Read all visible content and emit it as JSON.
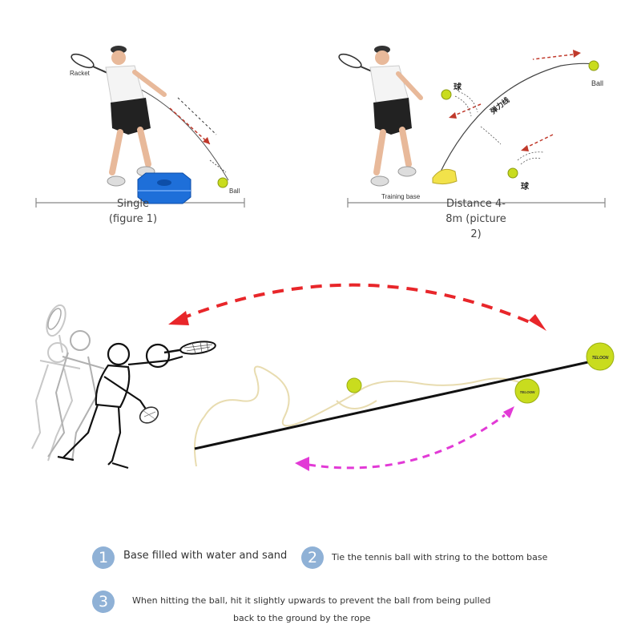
{
  "figure1": {
    "caption": "Single\n(figure 1)",
    "racket_label": "Racket",
    "ball_label": "Ball"
  },
  "figure2": {
    "caption": "Distance 4-\n8m (picture\n2)",
    "training_base_label": "Training base",
    "ball_label": "Ball",
    "elastic_label": "弹力线",
    "ball_cn_1": "球",
    "ball_cn_2": "球"
  },
  "steps": [
    {
      "number": "1",
      "text": "Base filled with water and sand"
    },
    {
      "number": "2",
      "text": "Tie the tennis ball with string to the bottom base"
    },
    {
      "number": "3",
      "text": "When hitting the ball, hit it slightly upwards to prevent the ball from being pulled",
      "text2": "back to the ground by the rope"
    }
  ],
  "ball_brand": "TELOON",
  "colors": {
    "red_arrow": "#e8262a",
    "magenta_arrow": "#e23ad6",
    "step_circle": "#8fb1d6",
    "ball": "#c9dc1e",
    "base": "#1e6fd9"
  },
  "icons": [
    "player-figure",
    "racket-icon",
    "tennis-ball-icon",
    "training-base-icon"
  ]
}
